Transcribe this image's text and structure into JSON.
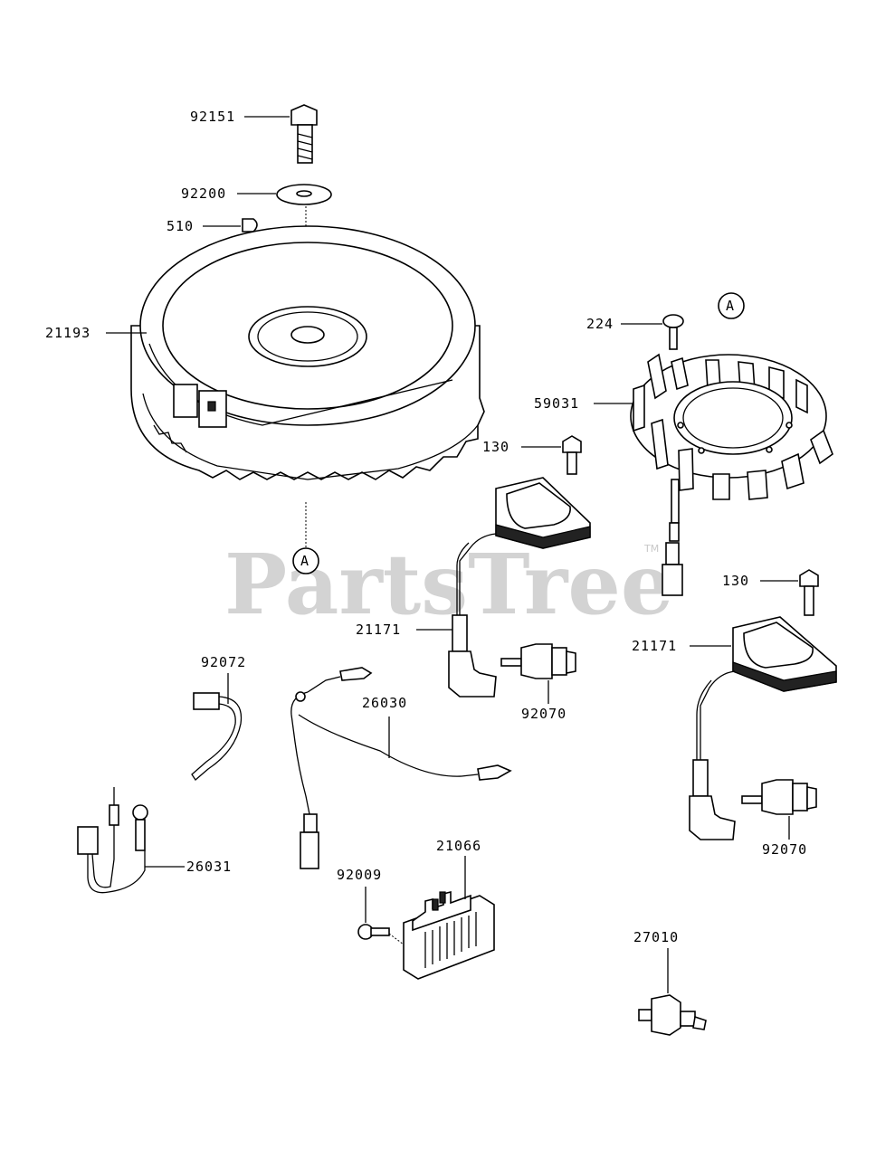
{
  "watermark": {
    "brand": "PartsTree",
    "trademark": "TM"
  },
  "reference_marker": "A",
  "part_numbers": {
    "bolt": "92151",
    "washer": "92200",
    "key": "510",
    "flywheel": "21193",
    "screw_stator": "224",
    "stator": "59031",
    "bolt_coil_1": "130",
    "coil_1": "21171",
    "spark_plug_1": "92070",
    "bolt_coil_2": "130",
    "coil_2": "21171",
    "spark_plug_2": "92070",
    "band": "92072",
    "lead_wire": "26030",
    "harness": "26031",
    "regulator_screw": "92009",
    "regulator": "21066",
    "oil_switch": "27010"
  }
}
